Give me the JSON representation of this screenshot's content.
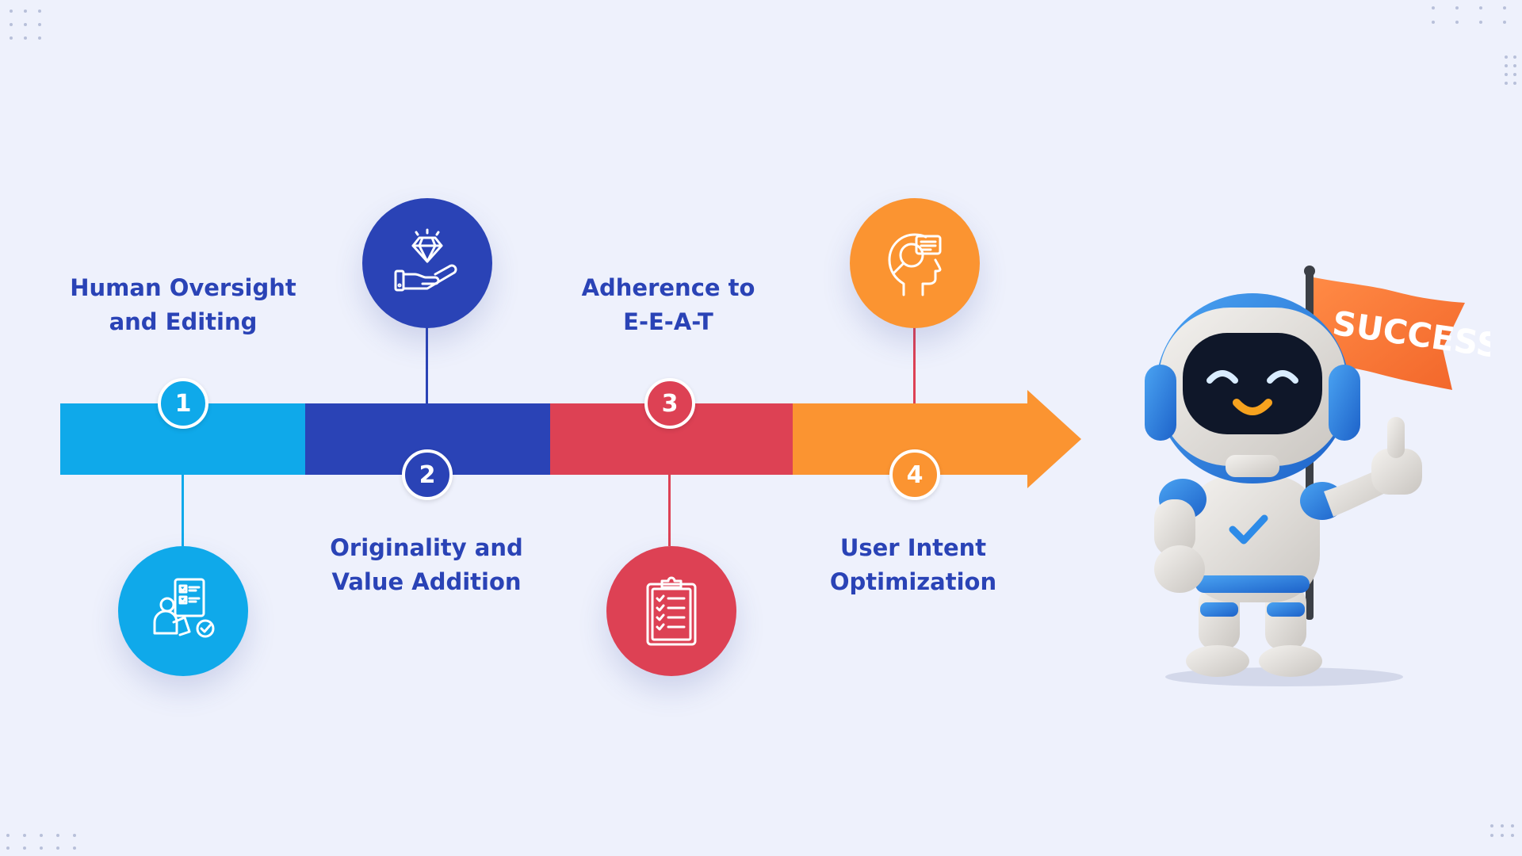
{
  "steps": [
    {
      "number": "1",
      "label_line1": "Human Oversight",
      "label_line2": "and Editing",
      "color": "#0fa9ea",
      "icon": "editor-checklist-icon"
    },
    {
      "number": "2",
      "label_line1": "Originality and",
      "label_line2": "Value Addition",
      "color": "#2a43b6",
      "icon": "diamond-hand-icon"
    },
    {
      "number": "3",
      "label_line1": "Adherence to",
      "label_line2": "E-E-A-T",
      "color": "#dd4154",
      "icon": "clipboard-checklist-icon"
    },
    {
      "number": "4",
      "label_line1": "User Intent",
      "label_line2": "Optimization",
      "color": "#fb9431",
      "icon": "head-search-icon"
    }
  ],
  "mascot": {
    "flag_text": "SUCCESS",
    "icon": "robot-mascot-icon"
  },
  "colors": {
    "background": "#eef1fc",
    "text": "#2a43b6"
  }
}
